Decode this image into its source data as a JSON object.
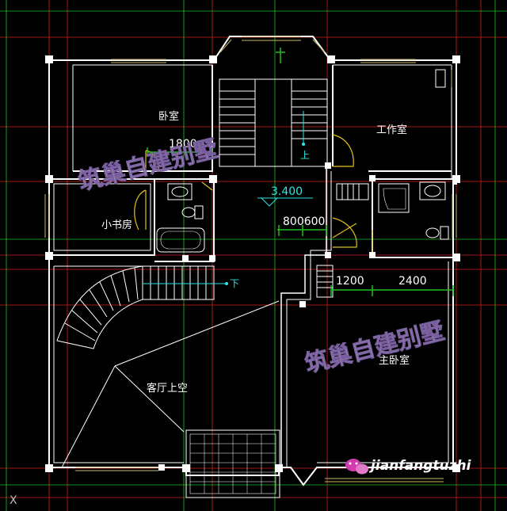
{
  "colors": {
    "background": "#000000",
    "wall": "#ffffff",
    "grid_red": "#d22020",
    "grid_green": "#1fbf1f",
    "window": "#c9b76a",
    "door": "#e0c020",
    "fixture": "#ffffff",
    "label_cyan": "#2ee6e6",
    "watermark": "#c9c9d6",
    "brand_accent": "#d13bb0"
  },
  "rooms": {
    "bedroom": "卧室",
    "study": "工作室",
    "small_study": "小书房",
    "living_void": "客厅上空",
    "master_bedroom": "主卧室"
  },
  "elevation": "3.400",
  "stair_labels": {
    "up": "上",
    "down": "下"
  },
  "dimensions": {
    "bedroom_width": "1800",
    "corridor": "800600",
    "bath_width": "1200",
    "master_width": "2400"
  },
  "watermarks": {
    "primary": "筑巢自建别墅",
    "secondary": "筑巢自建别墅"
  },
  "brand": {
    "icon": "wechat-icon",
    "text": "jianfangtuzhi"
  },
  "corner_mark": "X"
}
